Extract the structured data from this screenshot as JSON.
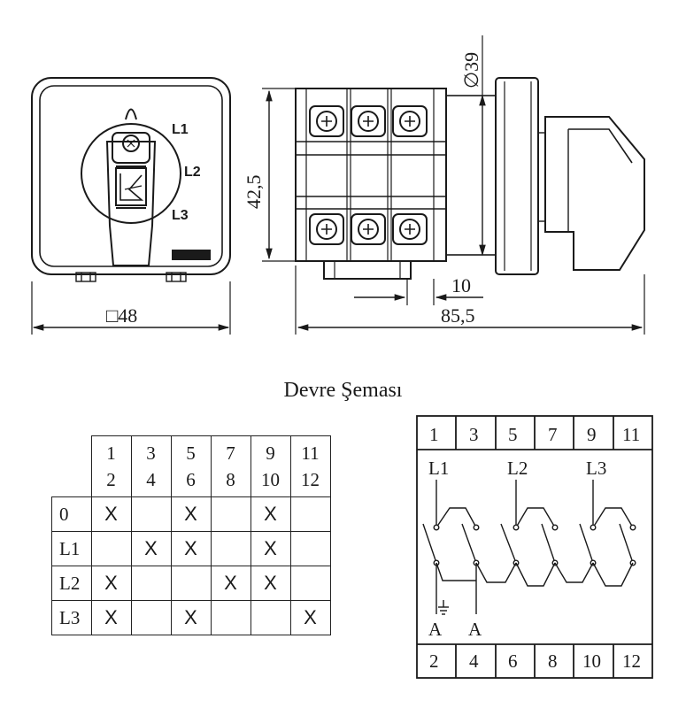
{
  "front_view": {
    "switch_labels": [
      "L1",
      "L2",
      "L3"
    ],
    "width_dimension": "□48"
  },
  "side_view": {
    "dim_height": "42,5",
    "dim_diameter": "∅39",
    "dim_small": "10",
    "dim_length": "85,5"
  },
  "circuit_title": "Devre Şeması",
  "truth_table": {
    "columns": [
      {
        "top": "1",
        "bottom": "2"
      },
      {
        "top": "3",
        "bottom": "4"
      },
      {
        "top": "5",
        "bottom": "6"
      },
      {
        "top": "7",
        "bottom": "8"
      },
      {
        "top": "9",
        "bottom": "10"
      },
      {
        "top": "11",
        "bottom": "12"
      }
    ],
    "rows": [
      {
        "label": "0",
        "cells": [
          "X",
          "",
          "X",
          "",
          "X",
          ""
        ]
      },
      {
        "label": "L1",
        "cells": [
          "",
          "X",
          "X",
          "",
          "X",
          ""
        ]
      },
      {
        "label": "L2",
        "cells": [
          "X",
          "",
          "",
          "X",
          "X",
          ""
        ]
      },
      {
        "label": "L3",
        "cells": [
          "X",
          "",
          "X",
          "",
          "",
          "X"
        ]
      }
    ]
  },
  "schematic": {
    "top_terminals": [
      "1",
      "3",
      "5",
      "7",
      "9",
      "11"
    ],
    "bottom_terminals": [
      "2",
      "4",
      "6",
      "8",
      "10",
      "12"
    ],
    "line_labels": [
      "L1",
      "L2",
      "L3"
    ],
    "ground_labels": [
      "A",
      "A"
    ]
  }
}
